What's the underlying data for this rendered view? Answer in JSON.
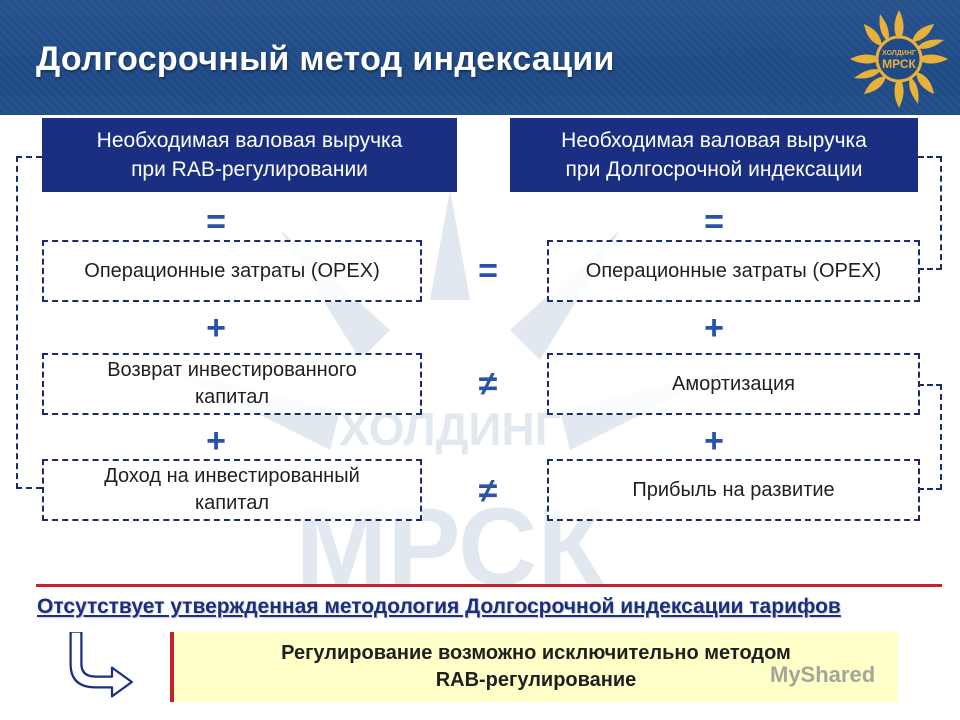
{
  "header": {
    "title": "Долгосрочный метод индексации",
    "logo_text_top": "ХОЛДИНГ",
    "logo_text_main": "МРСК"
  },
  "watermark": {
    "line1": "ХОЛДИНГ",
    "line2": "МРСК"
  },
  "left_column": {
    "header": [
      "Необходимая валовая выручка",
      "при RAB-регулировании"
    ],
    "items": [
      {
        "lines": [
          "Операционные затраты (OPEX)"
        ]
      },
      {
        "lines": [
          "Возврат инвестированного",
          "капитал"
        ]
      },
      {
        "lines": [
          "Доход на инвестированный",
          "капитал"
        ]
      }
    ]
  },
  "right_column": {
    "header": [
      "Необходимая валовая выручка",
      "при Долгосрочной индексации"
    ],
    "items": [
      {
        "lines": [
          "Операционные затраты (OPEX)"
        ]
      },
      {
        "lines": [
          "Амортизация"
        ]
      },
      {
        "lines": [
          "Прибыль на развитие"
        ]
      }
    ]
  },
  "operators": {
    "equals": "=",
    "plus": "+",
    "not_equal": "≠"
  },
  "note": "Отсутствует утвержденная методология Долгосрочной индексации тарифов",
  "result": [
    "Регулирование возможно исключительно методом",
    "RAB-регулирование"
  ],
  "watermark_brand": "MyShared",
  "colors": {
    "header_bg": "#1f4a86",
    "box_fill": "#1a2f82",
    "operator": "#2a52a8",
    "accent_red": "#c8202c",
    "result_bg": "#ffffc8",
    "logo_gold": "#e8b13a"
  }
}
